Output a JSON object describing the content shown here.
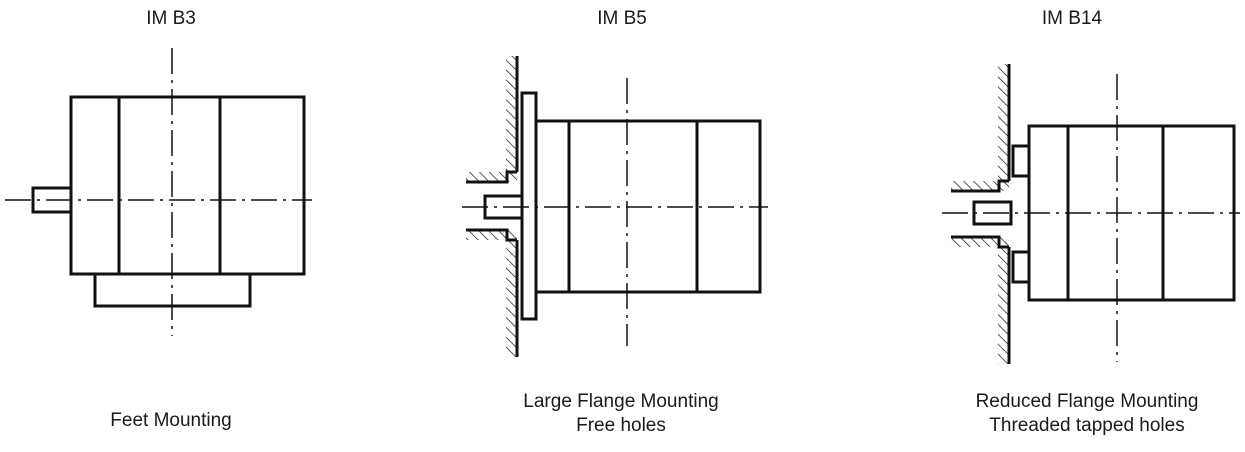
{
  "mountings": [
    {
      "code": "IM B3",
      "description": [
        "Feet Mounting"
      ]
    },
    {
      "code": "IM B5",
      "description": [
        "Large Flange Mounting",
        "Free holes"
      ]
    },
    {
      "code": "IM B14",
      "description": [
        "Reduced Flange Mounting",
        "Threaded tapped holes"
      ]
    }
  ]
}
